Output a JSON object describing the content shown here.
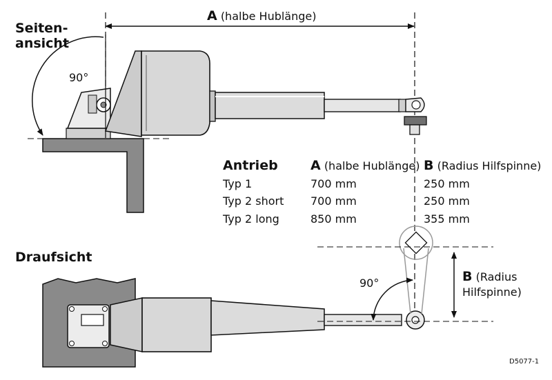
{
  "side_view": {
    "title_line1": "Seiten-",
    "title_line2": "ansicht",
    "angle": "90°"
  },
  "dimension_a": {
    "letter": "A",
    "text": "(halbe Hublänge)"
  },
  "top_view": {
    "title": "Draufsicht",
    "angle": "90°",
    "dim_letter": "B",
    "dim_text_line1": "(Radius",
    "dim_text_line2": "Hilfspinne)"
  },
  "table": {
    "headers": [
      {
        "letter": "",
        "text": "Antrieb"
      },
      {
        "letter": "A",
        "text": "(halbe Hublänge)"
      },
      {
        "letter": "B",
        "text": "(Radius Hilfspinne)"
      }
    ],
    "rows": [
      [
        "Typ 1",
        "700 mm",
        "250 mm"
      ],
      [
        "Typ 2 short",
        "700 mm",
        "250 mm"
      ],
      [
        "Typ 2 long",
        "850 mm",
        "355 mm"
      ]
    ]
  },
  "figure_ref": "D5077-1"
}
